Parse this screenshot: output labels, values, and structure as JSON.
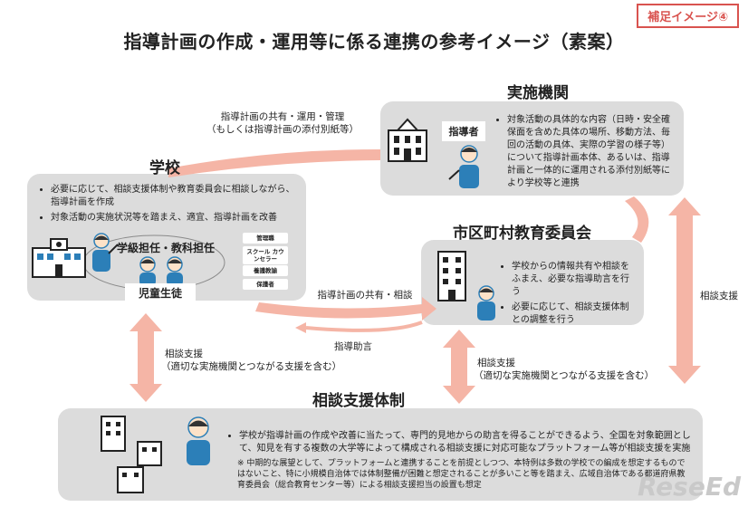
{
  "badge": "補足イメージ④",
  "title": "指導計画の作成・運用等に係る連携の参考イメージ（素案）",
  "nodes": {
    "jisshi": {
      "heading": "実施機関",
      "role": "指導者",
      "bullet": "対象活動の具体的な内容（日時・安全確保面を含めた具体の場所、移動方法、毎回の活動の具体、実際の学習の様子等）について指導計画本体、あるいは、指導計画と一体的に運用される添付別紙等により学校等と連携"
    },
    "gakko": {
      "heading": "学校",
      "bullets": [
        "必要に応じて、相談支援体制や教育委員会に相談しながら、指導計画を作成",
        "対象活動の実施状況等を踏まえ、適宜、指導計画を改善"
      ],
      "teacher": "学級担任・教科担任",
      "student": "児童生徒",
      "staff": [
        "管理職",
        "スクール カウンセラー",
        "養護教諭",
        "保護者"
      ]
    },
    "iinkai": {
      "heading": "市区町村教育委員会",
      "bullets": [
        "学校からの情報共有や相談をふまえ、必要な指導助言を行う",
        "必要に応じて、相談支援体制との調整を行う"
      ]
    },
    "soudan": {
      "heading": "相談支援体制",
      "bullet": "学校が指導計画の作成や改善に当たって、専門的見地からの助言を得ることができるよう、全国を対象範囲として、知見を有する複数の大学等によって構成される相談支援に対応可能なプラットフォーム等が相談支援を実施",
      "note": "※ 中期的な展望として、プラットフォームと連携することを前提としつつ、本特例は多数の学校での編成を想定するものではないこと、特に小規模自治体では体制整備が困難と想定されることが多いこと等を踏まえ、広域自治体である都道府県教育委員会（総合教育センター等）による相談支援担当の設置も想定"
    }
  },
  "edges": {
    "top_label_1": "指導計画の共有・運用・管理",
    "top_label_2": "（もしくは指導計画の添付別紙等）",
    "share_label": "指導計画の共有・相談",
    "advice_label": "指導助言",
    "right_label": "相談支援",
    "left_label_1": "相談支援",
    "left_label_2": "（適切な実施機関とつながる支援を含む）",
    "mid_label_1": "相談支援",
    "mid_label_2": "（適切な実施機関とつながる支援を含む）"
  },
  "watermark": "ReseEd",
  "colors": {
    "arrow": "#f5b5a6",
    "panel": "#dcdcdc",
    "badge": "#d9534f",
    "figure": "#2c7fb8"
  }
}
